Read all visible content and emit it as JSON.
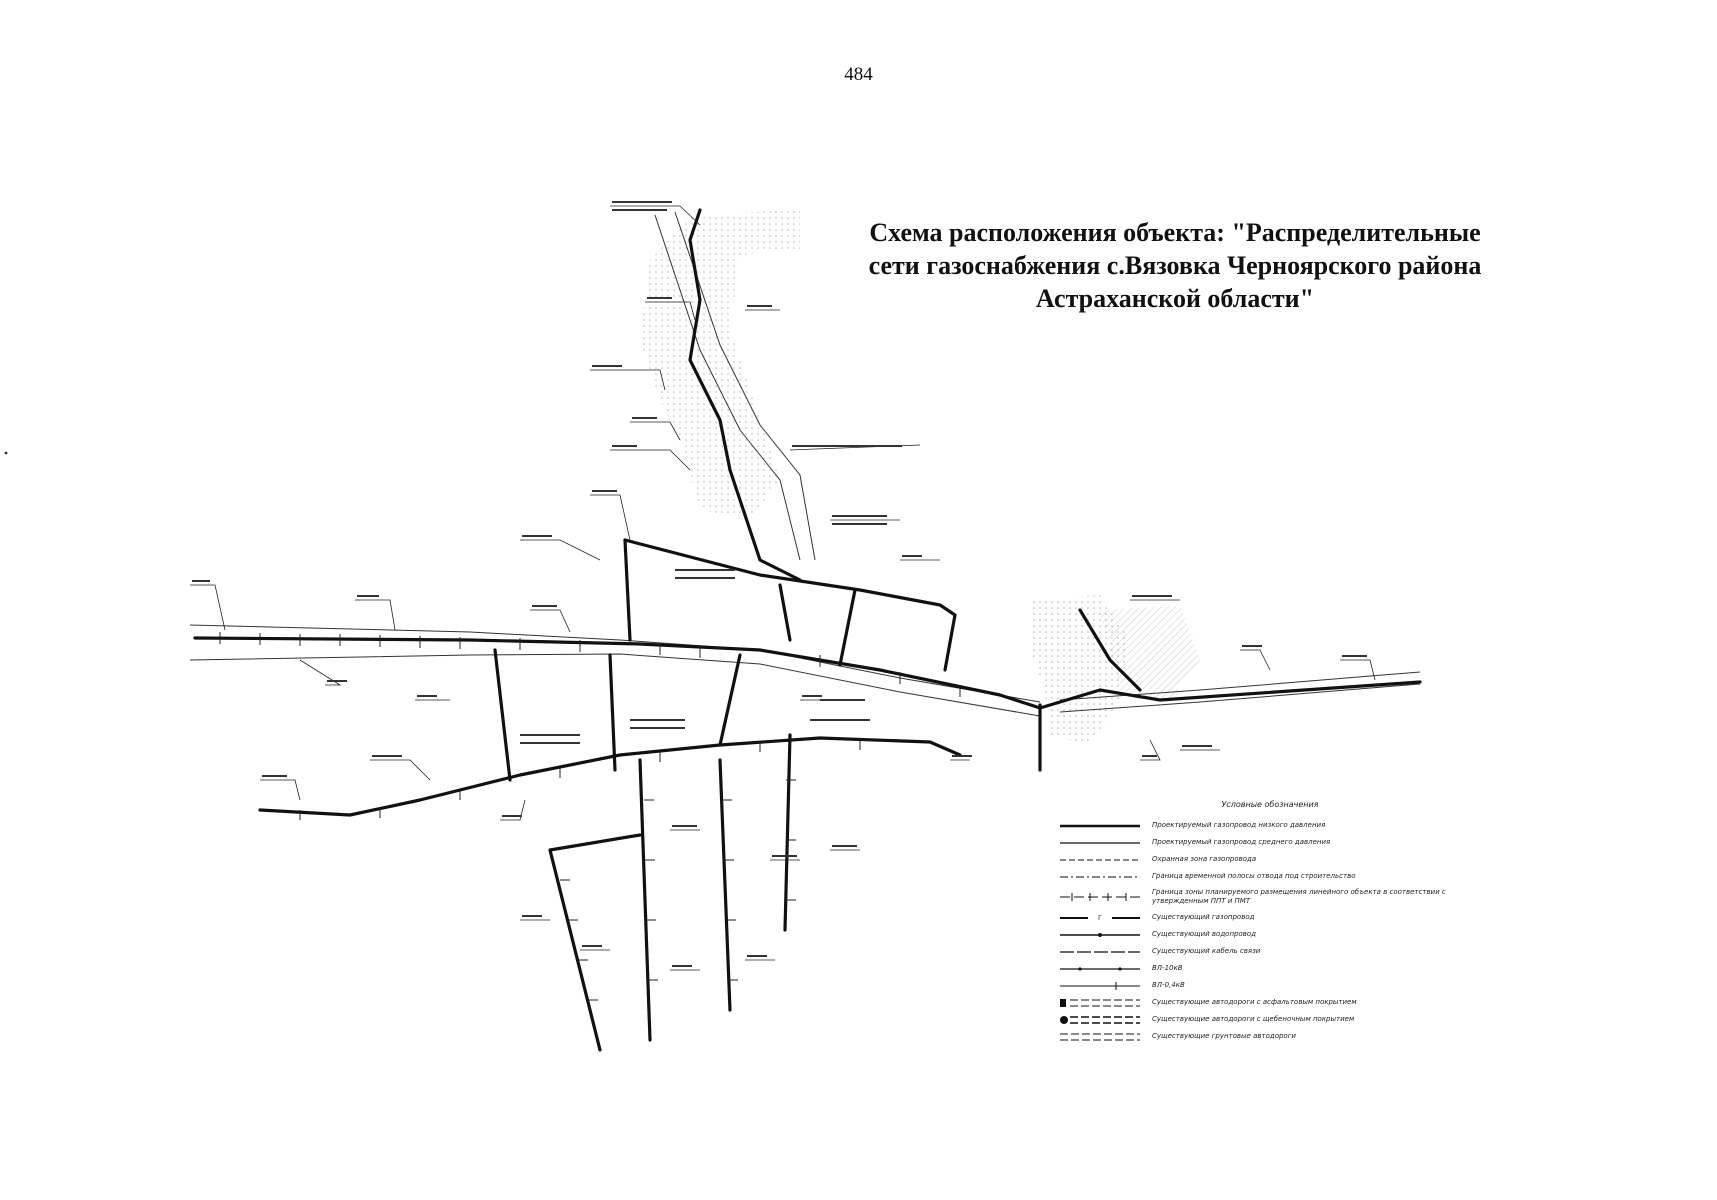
{
  "page": {
    "number": "484"
  },
  "map": {
    "title_lines": [
      "Схема расположения объекта: \"Распределительные",
      "сети газоснабжения с.Вязовка Черноярского района",
      "Астраханской области\""
    ],
    "colors": {
      "ink": "#111111",
      "hatch": "#555555",
      "paper": "#ffffff"
    }
  },
  "legend": {
    "title": "Условные обозначения",
    "items": [
      {
        "label": "Проектируемый газопровод низкого давления",
        "line": "heavy",
        "icon": "solid-line-icon"
      },
      {
        "label": "Проектируемый газопровод среднего давления",
        "line": "medium",
        "icon": "solid-line-icon"
      },
      {
        "label": "Охранная зона газопровода",
        "line": "thin-dash",
        "icon": "dashed-line-icon"
      },
      {
        "label": "Граница временной полосы отвода под строительство",
        "line": "dash-dot",
        "icon": "dash-dot-line-icon"
      },
      {
        "label": "Граница зоны планируемого размещения линейного объекта в соответствии с утвержденным ППТ и ПМТ",
        "line": "cross-dash",
        "icon": "boundary-line-icon"
      },
      {
        "label": "Существующий газопровод",
        "line": "gas-existing",
        "icon": "gas-pipeline-icon"
      },
      {
        "label": "Существующий водопровод",
        "line": "water",
        "icon": "water-pipeline-icon"
      },
      {
        "label": "Существующий кабель связи",
        "line": "cable",
        "icon": "cable-line-icon"
      },
      {
        "label": "ВЛ-10кВ",
        "line": "power10",
        "icon": "power-line-icon"
      },
      {
        "label": "ВЛ-0,4кВ",
        "line": "power04",
        "icon": "power-line-icon"
      },
      {
        "label": "Существующие автодороги с асфальтовым покрытием",
        "line": "road-asphalt",
        "icon": "road-icon"
      },
      {
        "label": "Существующие автодороги с щебеночным покрытием",
        "line": "road-gravel",
        "icon": "road-icon"
      },
      {
        "label": "Существующие грунтовые автодороги",
        "line": "road-dirt",
        "icon": "road-icon"
      }
    ]
  }
}
